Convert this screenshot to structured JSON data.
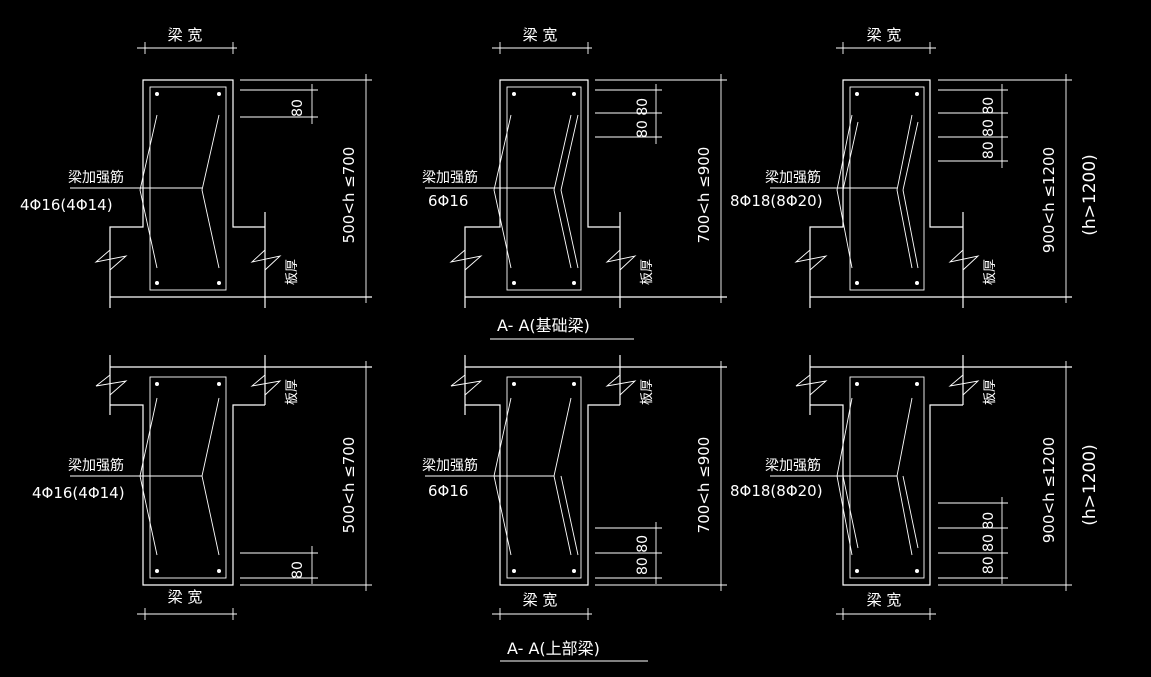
{
  "colors": {
    "background": "#000000",
    "line": "#ffffff"
  },
  "labels": {
    "beam_width": "梁 宽",
    "reinforcement": "梁加强筋",
    "slab_thick": "板厚",
    "caption_foundation": "A- A(基础梁)",
    "caption_upper": "A- A(上部梁)"
  },
  "details": [
    {
      "bars": "4Φ16(4Φ14)",
      "range": "500<h ≤700",
      "spacing": "80",
      "extra": "",
      "bar_count": 1
    },
    {
      "bars": "6Φ16",
      "range": "700<h ≤900",
      "spacing": "80 80",
      "extra": "",
      "bar_count": 2
    },
    {
      "bars": "8Φ18(8Φ20)",
      "range": "900<h ≤1200",
      "spacing": "80 80 80",
      "extra": "(h>1200)",
      "bar_count": 3
    }
  ]
}
